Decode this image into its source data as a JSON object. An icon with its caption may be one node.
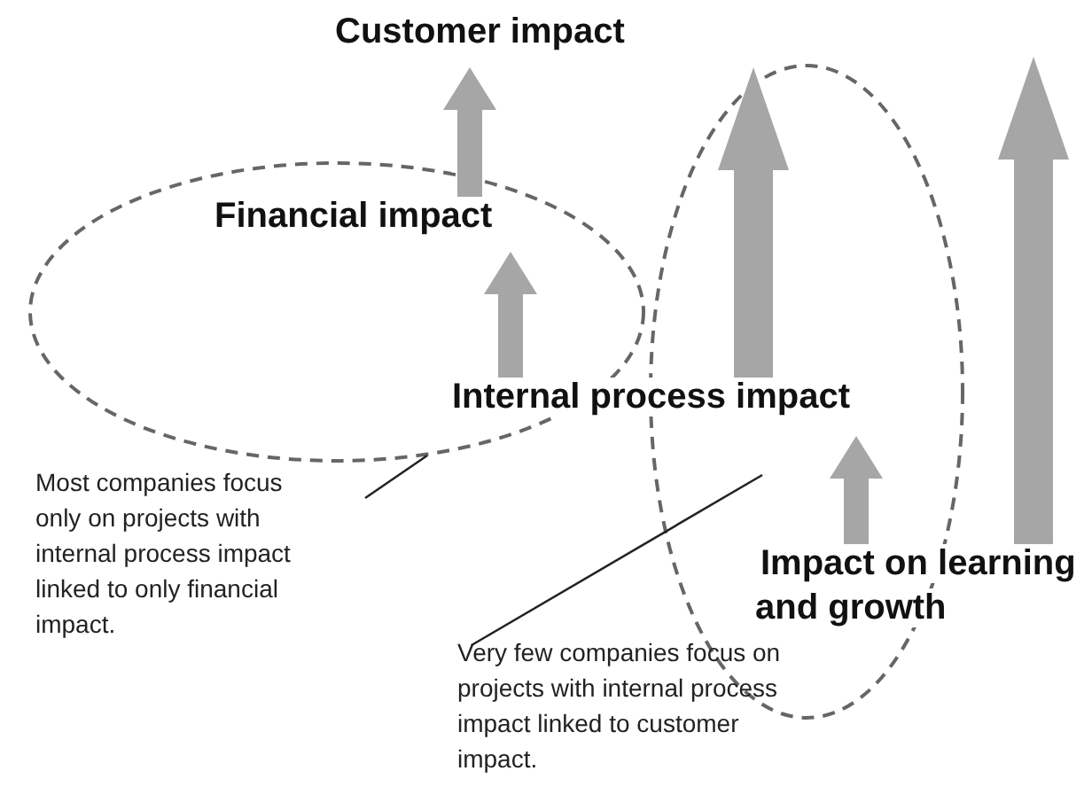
{
  "diagram": {
    "nodes": [
      {
        "text": [
          "Customer impact"
        ]
      },
      {
        "text": [],
        "shape": "ellipse"
      },
      {
        "text": [
          "Financial impact"
        ],
        "in": 1
      },
      {
        "text": [],
        "shape": "ellipse"
      },
      {
        "text": [
          "Internal process impact"
        ]
      },
      {
        "text": [
          "Impact on learning and growth"
        ]
      },
      {
        "text": [
          "Most companies focus only on projects with internal process impact linked to only financial impact."
        ]
      },
      {
        "text": [
          "Very few companies focus on projects with internal process impact linked to customer impact."
        ]
      }
    ],
    "edges": [
      {
        "from": 2,
        "to": 0,
        "arrow": "to",
        "style": "thick"
      },
      {
        "from": 4,
        "to": 2,
        "arrow": "to",
        "style": "thick"
      },
      {
        "from": 4,
        "to": 0,
        "arrow": "to",
        "style": "thick"
      },
      {
        "from": 5,
        "to": 4,
        "arrow": "to",
        "style": "thick"
      },
      {
        "from": 5,
        "to": null,
        "arrow": "to",
        "style": "thick"
      },
      {
        "from": 6,
        "to": 1,
        "arrow": "none",
        "color": "#222222"
      },
      {
        "from": 7,
        "to": 3,
        "arrow": "none",
        "color": "#222222"
      }
    ]
  }
}
